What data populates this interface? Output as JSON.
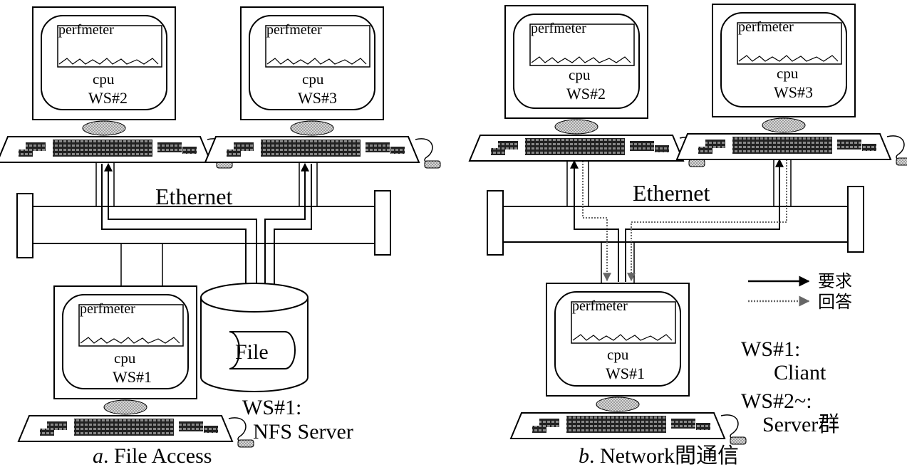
{
  "panel_a": {
    "caption_letter": "a",
    "caption_text": ". File Access",
    "network_label": "Ethernet",
    "file_label": "File",
    "server_role_line1": "WS#1:",
    "server_role_line2": "NFS Server",
    "workstations": [
      {
        "perf": "perfmeter",
        "cpu": "cpu",
        "id": "WS#2"
      },
      {
        "perf": "perfmeter",
        "cpu": "cpu",
        "id": "WS#3"
      },
      {
        "perf": "perfmeter",
        "cpu": "cpu",
        "id": "WS#1"
      }
    ]
  },
  "panel_b": {
    "caption_letter": "b",
    "caption_text": ". Network間通信",
    "network_label": "Ethernet",
    "legend": {
      "request": "要求",
      "reply": "回答"
    },
    "client_role_line1": "WS#1:",
    "client_role_line2": "Cliant",
    "server_role_line1": "WS#2~:",
    "server_role_line2": "Server群",
    "workstations": [
      {
        "perf": "perfmeter",
        "cpu": "cpu",
        "id": "WS#2"
      },
      {
        "perf": "perfmeter",
        "cpu": "cpu",
        "id": "WS#3"
      },
      {
        "perf": "perfmeter",
        "cpu": "cpu",
        "id": "WS#1"
      }
    ]
  }
}
